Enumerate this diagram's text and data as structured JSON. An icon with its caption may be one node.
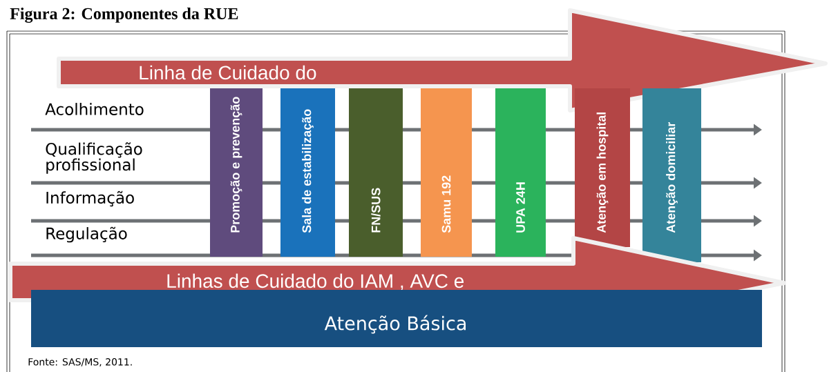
{
  "diagram": {
    "title": "Figura 2: Componentes da RUE",
    "nodes": [
      {
        "text": [
          "Linha de Cuidado do"
        ]
      },
      {
        "text": [
          "Promoção e prevenção"
        ]
      },
      {
        "text": [
          "Sala de estabilização"
        ]
      },
      {
        "text": [
          "FN/SUS"
        ]
      },
      {
        "text": [
          "Samu 192"
        ]
      },
      {
        "text": [
          "UPA 24H"
        ]
      },
      {
        "text": [
          "Atenção em hospital"
        ]
      },
      {
        "text": [
          "Atenção domiciliar"
        ]
      },
      {
        "text": [
          "Linhas de Cuidado do IAM , AVC e"
        ]
      },
      {
        "text": [
          "Atenção Básica"
        ]
      }
    ],
    "labels": [
      "Acolhimento",
      "Qualificação profissional",
      "Informação",
      "Regulação",
      "Fonte: SAS/MS, 2011."
    ]
  }
}
